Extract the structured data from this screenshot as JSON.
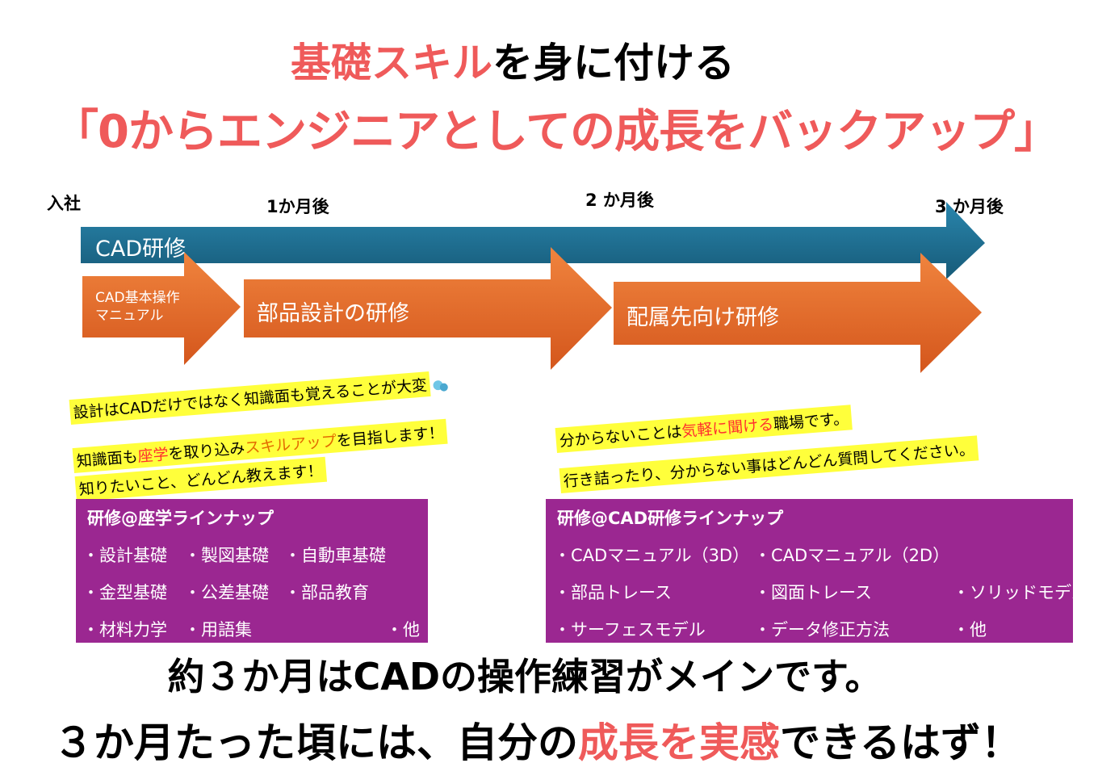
{
  "heading": {
    "line1_accent": "基礎スキル",
    "line1_rest": "を身に付ける",
    "line2": "「0からエンジニアとしての成長をバックアップ」"
  },
  "timeline": {
    "start": "入社",
    "m1": "1か月後",
    "m2": "2 か月後",
    "m3": "3 か月後"
  },
  "arrows": {
    "cad_training": "CAD研修",
    "step1_line1": "CAD基本操作",
    "step1_line2": "マニュアル",
    "step2": "部品設計の研修",
    "step3": "配属先向け研修"
  },
  "notes_left": {
    "line1": "設計はCADだけではなく知識面も覚えることが大変",
    "line2_a": "知識面も",
    "line2_b": "座学",
    "line2_c": "を取り込み",
    "line2_d": "スキルアップ",
    "line2_e": "を目指します！",
    "line3": "知りたいこと、どんどん教えます！"
  },
  "notes_right": {
    "line1_a": "分からないことは",
    "line1_b": "気軽に聞ける",
    "line1_c": "職場です。",
    "line2": "行き詰ったり、分からない事はどんどん質問してください。"
  },
  "lineup_classroom": {
    "title": "研修@座学ラインナップ",
    "rows": [
      [
        "・設計基礎",
        "・製図基礎",
        "・自動車基礎",
        ""
      ],
      [
        "・金型基礎",
        "・公差基礎",
        "・部品教育",
        ""
      ],
      [
        "・材料力学",
        "・用語集",
        "",
        "・他"
      ]
    ]
  },
  "lineup_cad": {
    "title": "研修@CAD研修ラインナップ",
    "rows": [
      [
        "・CADマニュアル（3D）",
        "・CADマニュアル（2D）",
        ""
      ],
      [
        "・部品トレース",
        "・図面トレース",
        "・ソリッドモデル"
      ],
      [
        "・サーフェスモデル",
        "・データ修正方法",
        "・他"
      ]
    ]
  },
  "closing": {
    "line1": "約３か月はCADの操作練習がメインです。",
    "line2_a": "３か月たった頃には、自分の",
    "line2_b": "成長を実感",
    "line2_c": "できるはず！"
  },
  "colors": {
    "accent_red": "#ef5a5a",
    "blue_arrow": "#1f6f92",
    "orange_arrow": "#e96d2a",
    "panel_purple": "#9b2791",
    "highlight_yellow": "#ffff3b"
  }
}
